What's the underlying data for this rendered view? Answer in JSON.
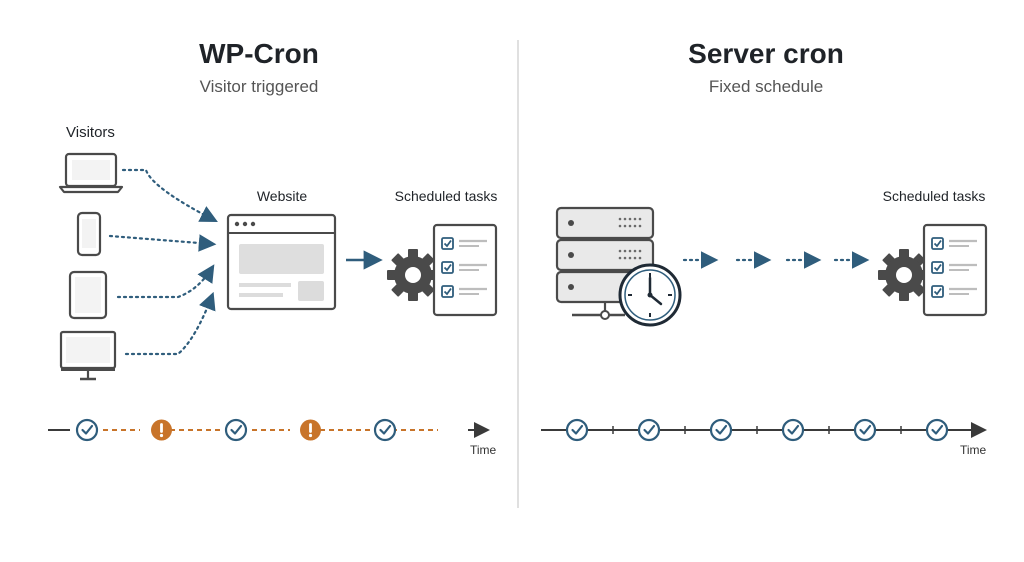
{
  "left": {
    "title": "WP-Cron",
    "subtitle": "Visitor triggered",
    "visitors_label": "Visitors",
    "website_label": "Website",
    "tasks_label": "Scheduled tasks",
    "timeline_label": "Time",
    "timeline_events": [
      "ok",
      "warn",
      "ok",
      "warn",
      "ok"
    ]
  },
  "right": {
    "title": "Server cron",
    "subtitle": "Fixed schedule",
    "tasks_label": "Scheduled tasks",
    "timeline_label": "Time",
    "timeline_events": [
      "ok",
      "ok",
      "ok",
      "ok",
      "ok",
      "ok"
    ]
  },
  "colors": {
    "accent": "#2f5d7c",
    "warning": "#c8742a",
    "outline": "#4a4a4a",
    "divider": "#d6d6d6"
  }
}
